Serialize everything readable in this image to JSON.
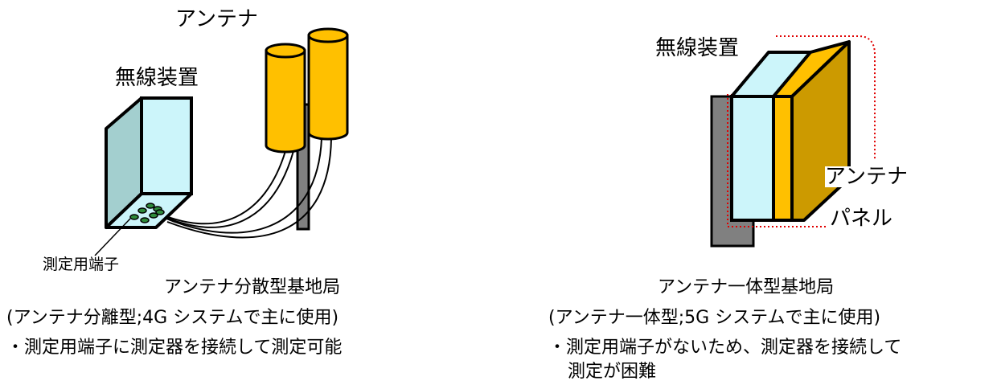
{
  "left": {
    "antenna_label": "アンテナ",
    "radio_label": "無線装置",
    "port_label": "測定用端子",
    "title": "アンテナ分散型基地局",
    "subtitle": "(アンテナ分離型;4G システムで主に使用)",
    "bullet": "・測定用端子に測定器を接続して測定可能"
  },
  "right": {
    "radio_label": "無線装置",
    "antenna_label": "アンテナ",
    "panel_label": "パネル",
    "title": "アンテナ一体型基地局",
    "subtitle": "(アンテナ一体型;5G システムで主に使用)",
    "bullet_line1": "・測定用端子がないため、測定器を接続して",
    "bullet_line2": "測定が困難"
  },
  "colors": {
    "antenna_gold": "#FFC000",
    "panel_dark_gold": "#CC9A00",
    "device_front": "#CCF5FA",
    "device_side": "#A3CFCF",
    "pole_gray": "#808080",
    "port_green": "#2E8B3A",
    "dotted_outline": "#E00000"
  }
}
